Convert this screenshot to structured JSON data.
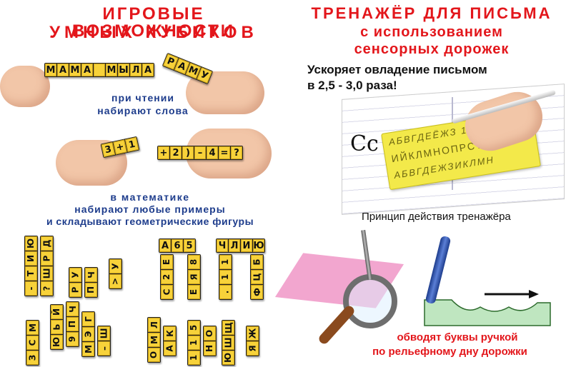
{
  "left": {
    "title_line1": "ИГРОВЫЕ ВОЗМОЖНОСТИ",
    "title_line2": "УМНЫХ КУБИКОВ",
    "reading_line1": "при чтении",
    "reading_line2": "набирают слова",
    "math_line1": "в математике",
    "math_line2": "набирают любые примеры",
    "math_line3": "и складывают геометрические фигуры",
    "word_stick": [
      "М",
      "А",
      "М",
      "А",
      " ",
      "М",
      "Ы",
      "Л",
      "А"
    ],
    "word_stick2": [
      "Р",
      "А",
      "М",
      "У"
    ],
    "math_stick1": [
      "3",
      "+",
      "1"
    ],
    "math_stick2": [
      "+",
      "2",
      ")",
      "–",
      "4",
      "=",
      "?"
    ],
    "cubes_a": [
      "Ю",
      "И",
      "Т",
      "-"
    ],
    "cubes_b": [
      "Д",
      "Р",
      "Ш",
      "?"
    ],
    "cubes_c": [
      "А",
      "6",
      "5"
    ],
    "cubes_d": [
      "Ч",
      "Л",
      "И",
      "Ю"
    ],
    "cubes_e": [
      "Е",
      "2",
      "С"
    ],
    "cubes_f": [
      "8",
      "Я",
      "Е"
    ],
    "cubes_g": [
      "1",
      "1",
      "."
    ],
    "cubes_h": [
      "Б",
      "Ц",
      "Ф"
    ],
    "cubes_small1": [
      "У",
      "Р"
    ],
    "cubes_small2": [
      "Ч",
      "П"
    ],
    "cubes_small3": [
      "У",
      ">"
    ],
    "pyr1": [
      "М",
      "С",
      "З"
    ],
    "pyr2": [
      "Й",
      "Ь",
      "Ю"
    ],
    "pyr3": [
      "Ч",
      "П",
      "9"
    ],
    "pyr4": [
      "Г",
      "Э",
      "М"
    ],
    "pyr5": [
      "Ш",
      "–"
    ],
    "pyr6": [
      "Л",
      "М",
      "О"
    ],
    "pyr7": [
      "К",
      "А"
    ],
    "pyr8": [
      "5",
      "1",
      "1"
    ],
    "pyr9": [
      "О",
      "Н"
    ],
    "pyr10": [
      "Щ",
      "Ш",
      "Ю"
    ],
    "pyr11": [
      "Ж",
      "Я"
    ]
  },
  "right": {
    "title_line1": "ТРЕНАЖЁР ДЛЯ ПИСЬМА",
    "title_line2": "с использованием",
    "title_line3": "сенсорных дорожек",
    "speed_line1": "Ускоряет овладение письмом",
    "speed_line2": "в 2,5 - 3,0 раза!",
    "copybook_letters": "Cc",
    "stencil_row1": "АБВГДЕЁЖЗ 1234567",
    "stencil_row2": "ИЙКЛМНОПРСТУФ",
    "stencil_row3": "АБВГДЕЖЗИКЛМН",
    "principle": "Принцип действия тренажёра",
    "trace_line1": "обводят буквы ручкой",
    "trace_line2": "по рельефному дну дорожки"
  },
  "colors": {
    "title_red": "#e3161b",
    "caption_blue": "#1d3c8c",
    "cube_yellow": "#f7d23a",
    "stencil_yellow": "#f3e94a",
    "track_green": "#bfe6c0",
    "paper_pink": "#f2a6cf"
  }
}
